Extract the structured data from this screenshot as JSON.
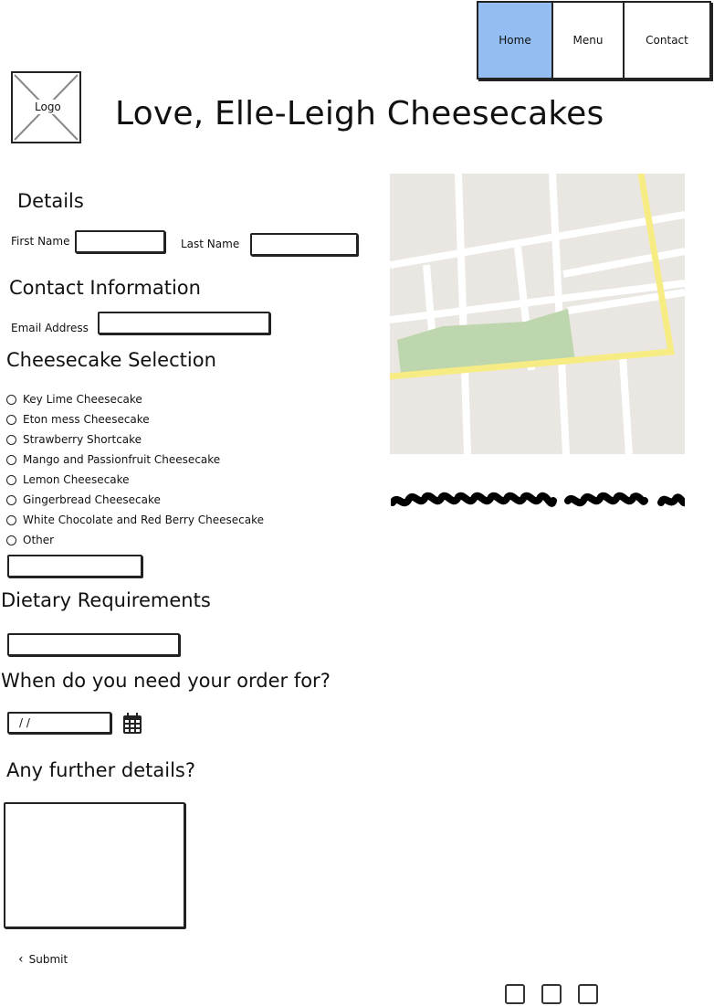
{
  "nav": {
    "items": [
      {
        "label": "Home",
        "active": true
      },
      {
        "label": "Menu",
        "active": false
      },
      {
        "label": "Contact",
        "active": false
      }
    ],
    "active_color": "#94bdf2"
  },
  "logo": {
    "label": "Logo"
  },
  "site_title": "Love, Elle-Leigh Cheesecakes",
  "details": {
    "heading": "Details",
    "first_name_label": "First Name",
    "last_name_label": "Last Name"
  },
  "contact": {
    "heading": "Contact Information",
    "email_label": "Email Address"
  },
  "selection": {
    "heading": "Cheesecake Selection",
    "options": [
      "Key Lime Cheesecake",
      "Eton mess Cheesecake",
      "Strawberry Shortcake",
      "Mango and Passionfruit Cheesecake",
      "Lemon Cheesecake",
      "Gingerbread Cheesecake",
      "White Chocolate and Red Berry Cheesecake",
      "Other"
    ]
  },
  "dietary": {
    "heading": "Dietary Requirements"
  },
  "order_date": {
    "heading": "When do you need your order for?",
    "value": "/ /"
  },
  "further": {
    "heading": "Any further details?"
  },
  "submit": {
    "label": "Submit"
  },
  "map": {
    "park_color": "#bdd6ad",
    "road_color": "#f7ec84",
    "bg_color": "#eae7e2"
  }
}
